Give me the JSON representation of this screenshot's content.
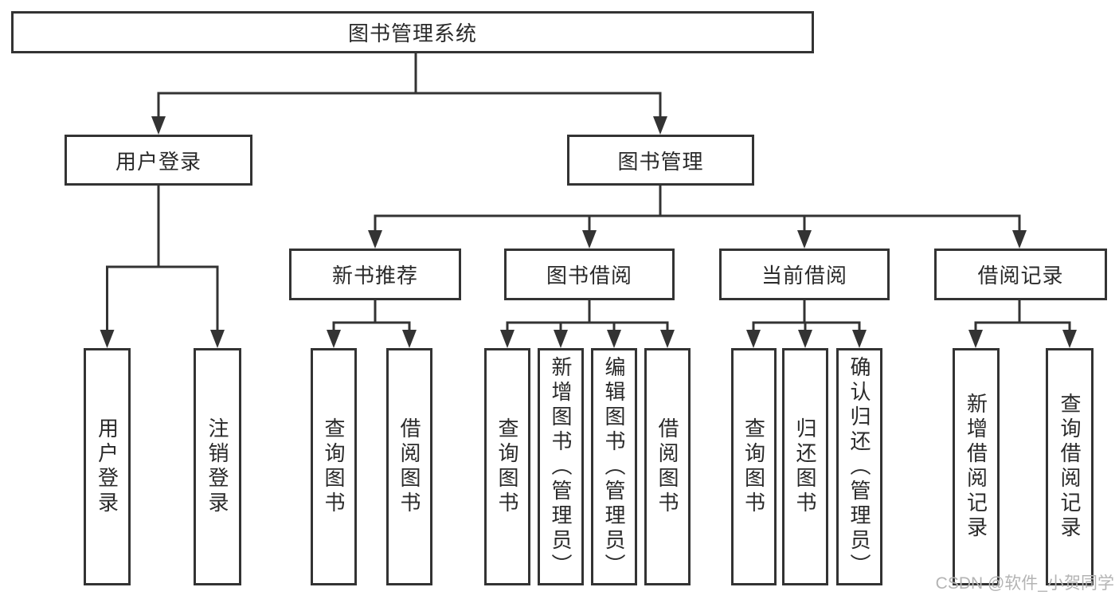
{
  "diagram": {
    "root": {
      "label": "图书管理系统"
    },
    "branches": [
      {
        "label": "用户登录",
        "children": [
          {
            "label": "用户登录"
          },
          {
            "label": "注销登录"
          }
        ]
      },
      {
        "label": "图书管理",
        "children": [
          {
            "label": "新书推荐",
            "children": [
              {
                "label": "查询图书"
              },
              {
                "label": "借阅图书"
              }
            ]
          },
          {
            "label": "图书借阅",
            "children": [
              {
                "label": "查询图书"
              },
              {
                "label": "新增图书（管理员）"
              },
              {
                "label": "编辑图书（管理员）"
              },
              {
                "label": "借阅图书"
              }
            ]
          },
          {
            "label": "当前借阅",
            "children": [
              {
                "label": "查询图书"
              },
              {
                "label": "归还图书"
              },
              {
                "label": "确认归还（管理员）"
              }
            ]
          },
          {
            "label": "借阅记录",
            "children": [
              {
                "label": "新增借阅记录"
              },
              {
                "label": "查询借阅记录"
              }
            ]
          }
        ]
      }
    ]
  },
  "watermark": {
    "text": "CSDN @软件_小贺同学"
  },
  "colors": {
    "line": "#333333",
    "node_text": "#2a2a2a",
    "node_bg": "#ffffff",
    "watermark_text": "#b4b4b4",
    "canvas_bg": "#ffffff"
  }
}
